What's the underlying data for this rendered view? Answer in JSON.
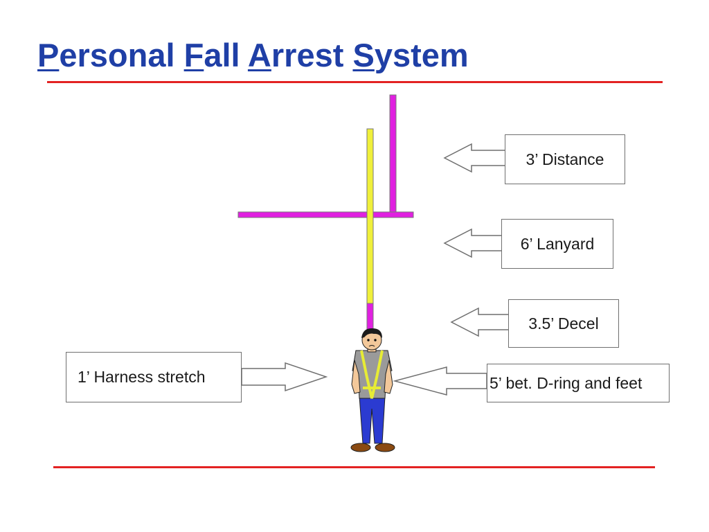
{
  "title": {
    "words": [
      {
        "initial": "P",
        "rest": "ersonal"
      },
      {
        "initial": "F",
        "rest": "all"
      },
      {
        "initial": "A",
        "rest": "rrest"
      },
      {
        "initial": "S",
        "rest": "ystem"
      }
    ]
  },
  "labels": {
    "distance": "3’ Distance",
    "lanyard": "6’ Lanyard",
    "decel": "3.5’ Decel",
    "harness": "1’ Harness stretch",
    "dring": "5’ bet. D-ring and feet"
  },
  "colors": {
    "title": "#1f3fa6",
    "rule": "#e32222",
    "anchor": "#e020e0",
    "lanyard": "#f0f03a",
    "box_border": "#6f6f6f",
    "text": "#1a1a1a"
  },
  "icons": {
    "worker": "worker-in-harness-icon",
    "arrow": "hollow-arrow-icon"
  }
}
